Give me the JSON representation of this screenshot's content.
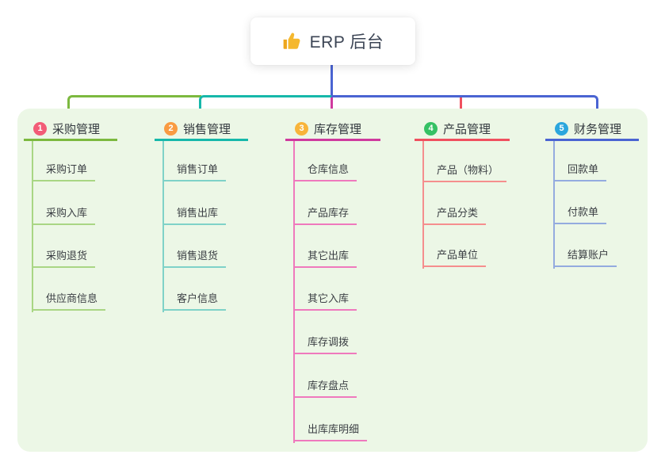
{
  "root": {
    "label": "ERP 后台",
    "icon": "thumbs-up-icon"
  },
  "colors": {
    "canvas_background": "#ffffff",
    "panel_background": "#ecf7e6",
    "root_stem": "#4a64d2",
    "root_text": "#3c4555",
    "thumb_icon": "#f5b82e"
  },
  "branches": [
    {
      "badge": "1",
      "label": "采购管理",
      "line_color": "#7cb93f",
      "child_line_color": "#a9d684",
      "badge_color": "#f25c77",
      "children": [
        "采购订单",
        "采购入库",
        "采购退货",
        "供应商信息"
      ]
    },
    {
      "badge": "2",
      "label": "销售管理",
      "line_color": "#16b8aa",
      "child_line_color": "#7fd2c8",
      "badge_color": "#f99b42",
      "children": [
        "销售订单",
        "销售出库",
        "销售退货",
        "客户信息"
      ]
    },
    {
      "badge": "3",
      "label": "库存管理",
      "line_color": "#cf3a9e",
      "child_line_color": "#ef79bd",
      "badge_color": "#f8b43a",
      "children": [
        "仓库信息",
        "产品库存",
        "其它出库",
        "其它入库",
        "库存调拨",
        "库存盘点",
        "出库库明细"
      ]
    },
    {
      "badge": "4",
      "label": "产品管理",
      "line_color": "#f0505f",
      "child_line_color": "#f58e8e",
      "badge_color": "#35c164",
      "children": [
        "产品（物料）",
        "产品分类",
        "产品单位"
      ]
    },
    {
      "badge": "5",
      "label": "财务管理",
      "line_color": "#4a64d2",
      "child_line_color": "#94abdf",
      "badge_color": "#2ba6dd",
      "children": [
        "回款单",
        "付款单",
        "结算账户"
      ]
    }
  ]
}
